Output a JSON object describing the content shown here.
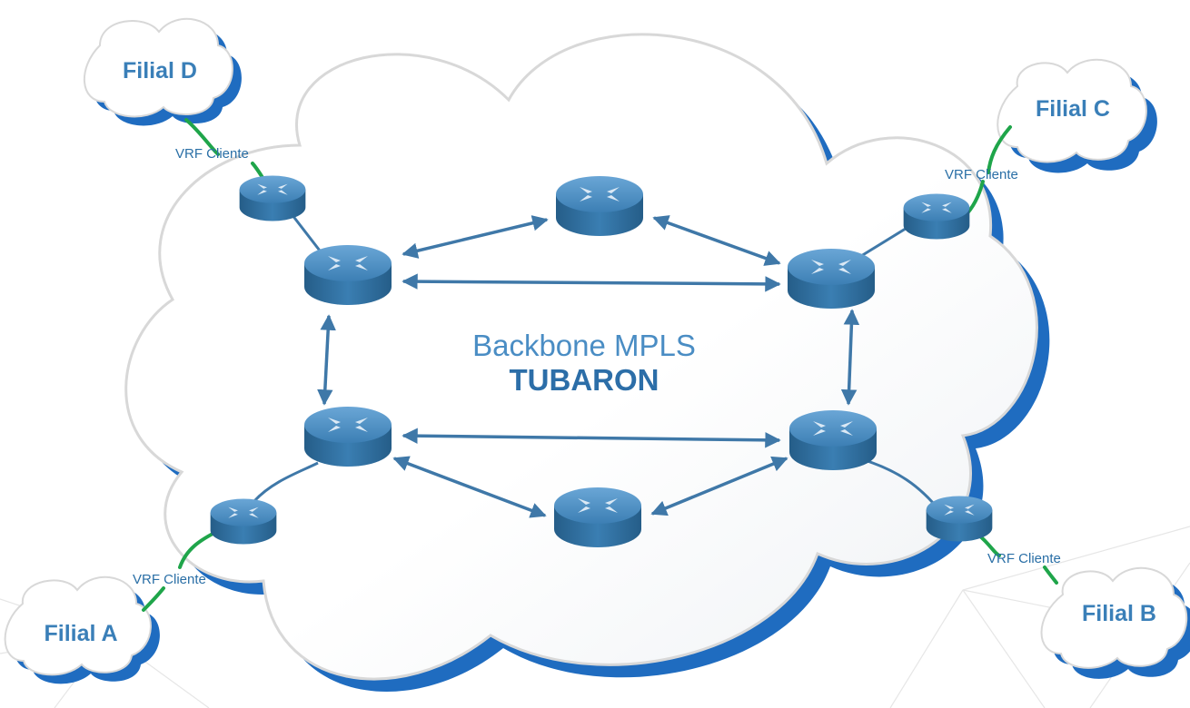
{
  "backbone": {
    "title_line1": "Backbone MPLS",
    "title_line2": "TUBARON"
  },
  "branches": [
    {
      "id": "filial-d",
      "label": "Filial D",
      "vrf_label": "VRF Cliente"
    },
    {
      "id": "filial-c",
      "label": "Filial C",
      "vrf_label": "VRF Cliente"
    },
    {
      "id": "filial-a",
      "label": "Filial A",
      "vrf_label": "VRF Cliente"
    },
    {
      "id": "filial-b",
      "label": "Filial B",
      "vrf_label": "VRF Cliente"
    }
  ],
  "colors": {
    "router_body": "#2f6f9f",
    "router_top": "#4a8fc2",
    "link": "#3f78a8",
    "vrf_link": "#1fa54a",
    "cloud_shadow": "#1f6cc0",
    "cloud_fill": "#ffffff",
    "cloud_edge": "#d8d8d8"
  }
}
